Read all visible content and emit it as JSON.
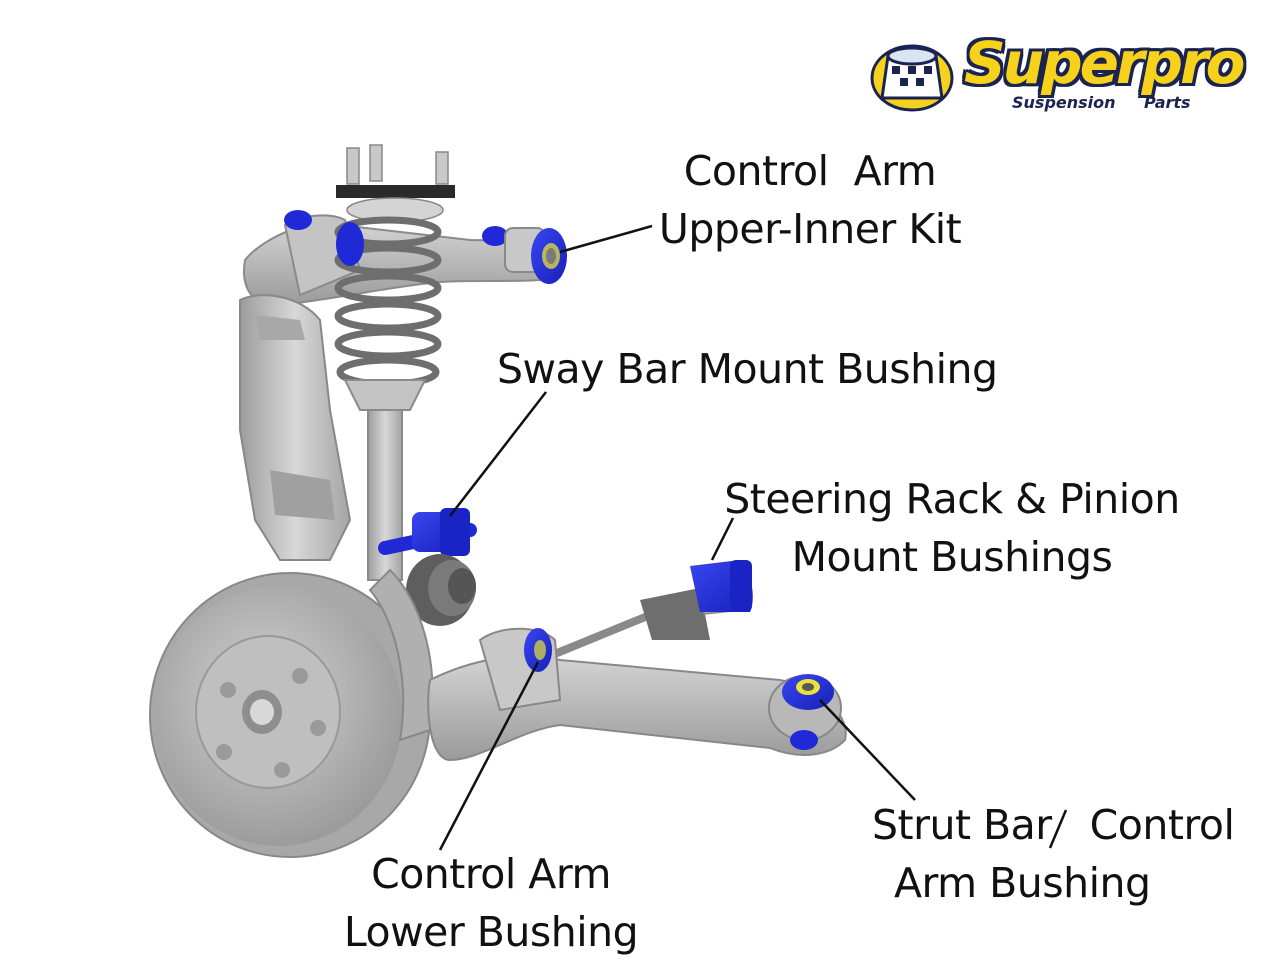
{
  "logo": {
    "brand": "Superpro",
    "tagline_left": "Suspension",
    "tagline_right": "Parts"
  },
  "labels": {
    "upper_inner": {
      "line1": "Control  Arm",
      "line2": "Upper-Inner Kit"
    },
    "sway_bar": {
      "line1": "Sway Bar Mount Bushing"
    },
    "steering_rack": {
      "line1": "Steering Rack & Pinion",
      "line2": "Mount Bushings"
    },
    "strut_bar": {
      "line1": "Strut Bar",
      "line1b": "Control",
      "line2": "Arm Bushing"
    },
    "lower_bushing": {
      "line1": "Control Arm",
      "line2": "Lower Bushing"
    }
  },
  "colors": {
    "metal": "#b8b8b8",
    "metal_dark": "#8c8c8c",
    "metal_light": "#d6d6d6",
    "bushing_blue": "#1f2ad6",
    "bushing_yellow": "#e8e23a",
    "leader_line": "#111111"
  }
}
